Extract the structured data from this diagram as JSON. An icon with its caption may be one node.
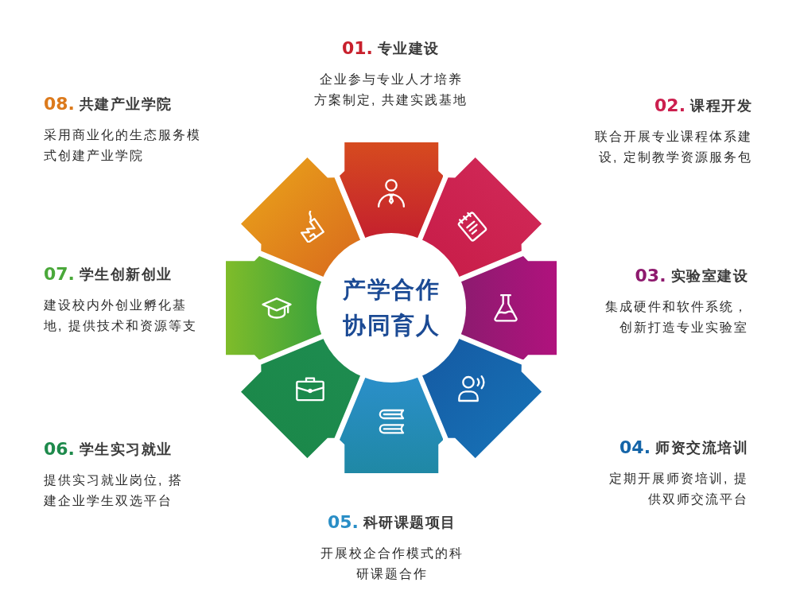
{
  "diagram": {
    "nodes": [
      {
        "text": [
          "产学合作协同育人"
        ]
      },
      {
        "text": [],
        "shape": "box",
        "beside": [
          "01.",
          "专业建设",
          "企业参与专业人才培养方案制定, 共建实践基地"
        ]
      },
      {
        "text": [],
        "shape": "box",
        "beside": [
          "02.",
          "课程开发",
          "联合开展专业课程体系建设, 定制教学资源服务包"
        ]
      },
      {
        "text": [],
        "shape": "box",
        "beside": [
          "03.",
          "实验室建设",
          "集成硬件和软件系统，创新打造专业实验室"
        ]
      },
      {
        "text": [],
        "shape": "box",
        "beside": [
          "04.",
          "师资交流培训",
          "定期开展师资培训, 提供双师交流平台"
        ]
      },
      {
        "text": [],
        "shape": "box",
        "beside": [
          "05.",
          "科研课题项目",
          "开展校企合作模式的科研课题合作"
        ]
      },
      {
        "text": [],
        "shape": "box",
        "beside": [
          "06.",
          "学生实习就业",
          "提供实习就业岗位, 搭建企业学生双选平台"
        ]
      },
      {
        "text": [],
        "shape": "box",
        "beside": [
          "07.",
          "学生创新创业",
          "建设校内外创业孵化基地, 提供技术和资源等支"
        ]
      },
      {
        "text": [],
        "shape": "box",
        "beside": [
          "08.",
          "共建产业学院",
          "采用商业化的生态服务模式创建产业学院"
        ]
      }
    ]
  }
}
